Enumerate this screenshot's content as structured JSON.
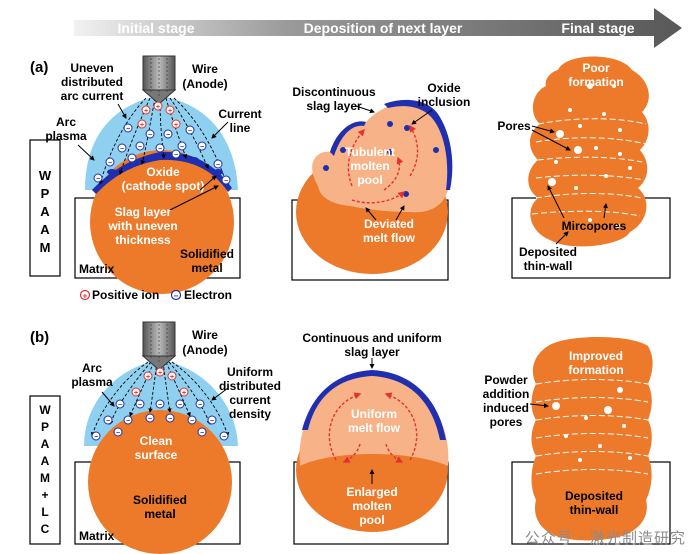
{
  "stages": [
    "Initial stage",
    "Deposition of next layer",
    "Final stage"
  ],
  "panel_a": {
    "tag": "(a)",
    "process_letters": [
      "W",
      "P",
      "A",
      "A",
      "M"
    ],
    "wire": [
      "Wire",
      "(Anode)"
    ],
    "uneven_arc": [
      "Uneven",
      "distributed",
      "arc current"
    ],
    "arc_plasma": [
      "Arc",
      "plasma"
    ],
    "current_line": [
      "Current",
      "line"
    ],
    "oxide_spot": [
      "Oxide",
      "(cathode spot)"
    ],
    "slag_uneven": [
      "Slag layer",
      "with uneven",
      "thickness"
    ],
    "solidified": [
      "Solidified",
      "metal"
    ],
    "matrix": "Matrix",
    "discontinuous_slag": [
      "Discontinuous",
      "slag layer"
    ],
    "oxide_inclusion": [
      "Oxide",
      "inclusion"
    ],
    "tubulent": [
      "Tubulent",
      "molten",
      "pool"
    ],
    "deviated": [
      "Deviated",
      "melt flow"
    ],
    "poor": [
      "Poor",
      "formation"
    ],
    "pores": "Pores",
    "micropores": "Mircopores",
    "deposited": [
      "Deposited",
      "thin-wall"
    ]
  },
  "legend": {
    "positive": "Positive ion",
    "electron": "Electron",
    "plus_sym": "+",
    "minus_sym": "−"
  },
  "panel_b": {
    "tag": "(b)",
    "process_letters": [
      "W",
      "P",
      "A",
      "A",
      "M",
      "+",
      "L",
      "C"
    ],
    "wire": [
      "Wire",
      "(Anode)"
    ],
    "arc_plasma": [
      "Arc",
      "plasma"
    ],
    "uniform_arc": [
      "Uniform",
      "distributed",
      "current",
      "density"
    ],
    "clean": [
      "Clean",
      "surface"
    ],
    "solidified": [
      "Solidified",
      "metal"
    ],
    "matrix": "Matrix",
    "continuous_slag": [
      "Continuous and uniform",
      "slag layer"
    ],
    "uniform_flow": [
      "Uniform",
      "melt flow"
    ],
    "enlarged": [
      "Enlarged",
      "molten",
      "pool"
    ],
    "improved": [
      "Improved",
      "formation"
    ],
    "powder_pores": [
      "Powder",
      "addition",
      "induced",
      "pores"
    ],
    "deposited": [
      "Deposited",
      "thin-wall"
    ]
  },
  "watermark": "公众号 · 激光制造研究",
  "colors": {
    "orange": "#ec7a2a",
    "light_orange": "#f7b387",
    "arc_blue": "#8fcff0",
    "slag_blue": "#1f2fb0",
    "ion_red": "#e53030",
    "arrow_red": "#e53030",
    "banner_start": "#f4f4f4",
    "banner_end": "#555555"
  }
}
